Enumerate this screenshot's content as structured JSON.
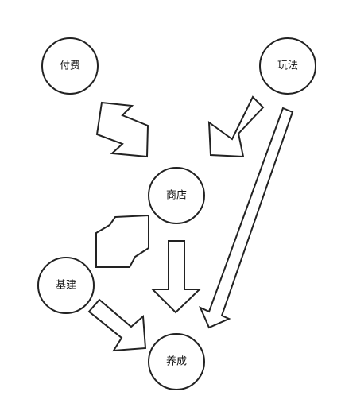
{
  "diagram": {
    "nodes": [
      {
        "id": "payment",
        "label": "付费"
      },
      {
        "id": "gameplay",
        "label": "玩法"
      },
      {
        "id": "shop",
        "label": "商店"
      },
      {
        "id": "base",
        "label": "基建"
      },
      {
        "id": "cultivation",
        "label": "养成"
      }
    ],
    "edges": [
      {
        "from": "payment",
        "to": "shop",
        "style": "double-headed"
      },
      {
        "from": "gameplay",
        "to": "shop",
        "style": "single-headed"
      },
      {
        "from": "gameplay",
        "to": "cultivation",
        "style": "single-headed"
      },
      {
        "from": "shop",
        "to": "base",
        "style": "double-headed"
      },
      {
        "from": "shop",
        "to": "cultivation",
        "style": "single-headed"
      },
      {
        "from": "base",
        "to": "cultivation",
        "style": "single-headed"
      }
    ],
    "colors": {
      "stroke": "#222222",
      "fill": "#ffffff",
      "text": "#111111"
    }
  }
}
